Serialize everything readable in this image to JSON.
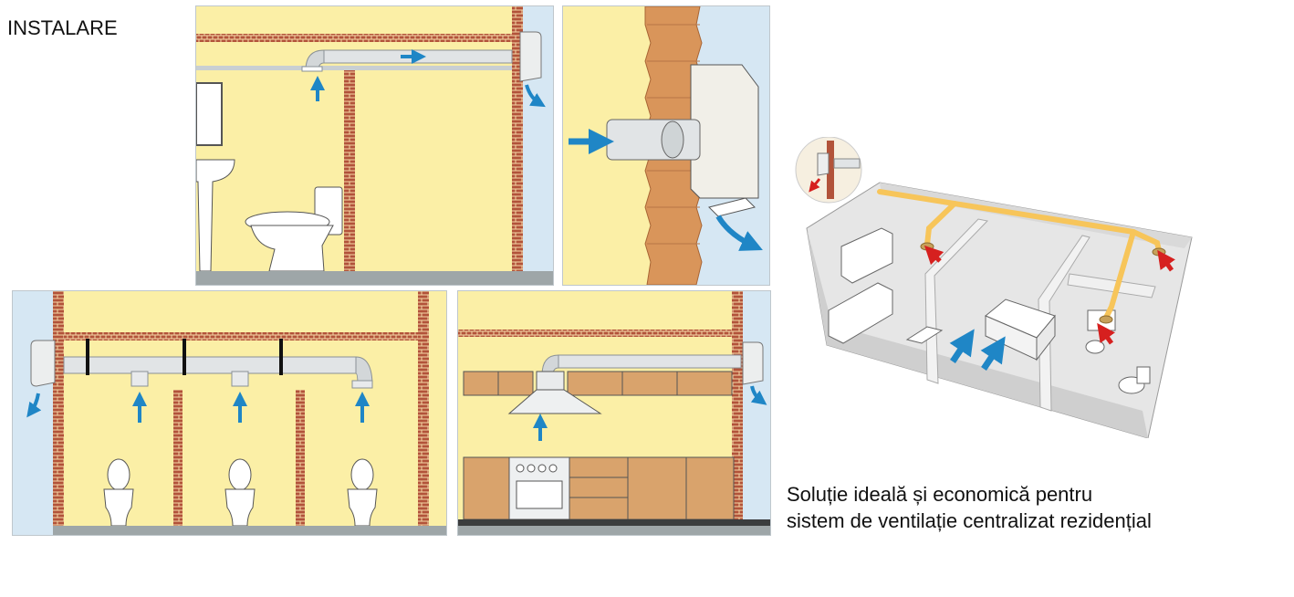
{
  "title": "INSTALARE",
  "caption": {
    "line1": "Soluție ideală și economică pentru",
    "line2": "sistem de ventilație centralizat rezidențial"
  },
  "colors": {
    "wall": "#fbefa6",
    "brick": "#b2533a",
    "mortar": "#f5d8a8",
    "floor": "#9ea6a8",
    "duct": "#e1e4e6",
    "arrow_blue": "#1f86c6",
    "arrow_red": "#d6201f",
    "pipe_yellow": "#f7c55a",
    "cabinet": "#d9a36c",
    "sky": "#d6e7f3"
  },
  "icons": [
    "toilet-icon",
    "sink-icon",
    "mirror-icon",
    "fan-unit-icon",
    "range-hood-icon",
    "stove-icon",
    "bed-icon",
    "airflow-arrow-icon"
  ]
}
